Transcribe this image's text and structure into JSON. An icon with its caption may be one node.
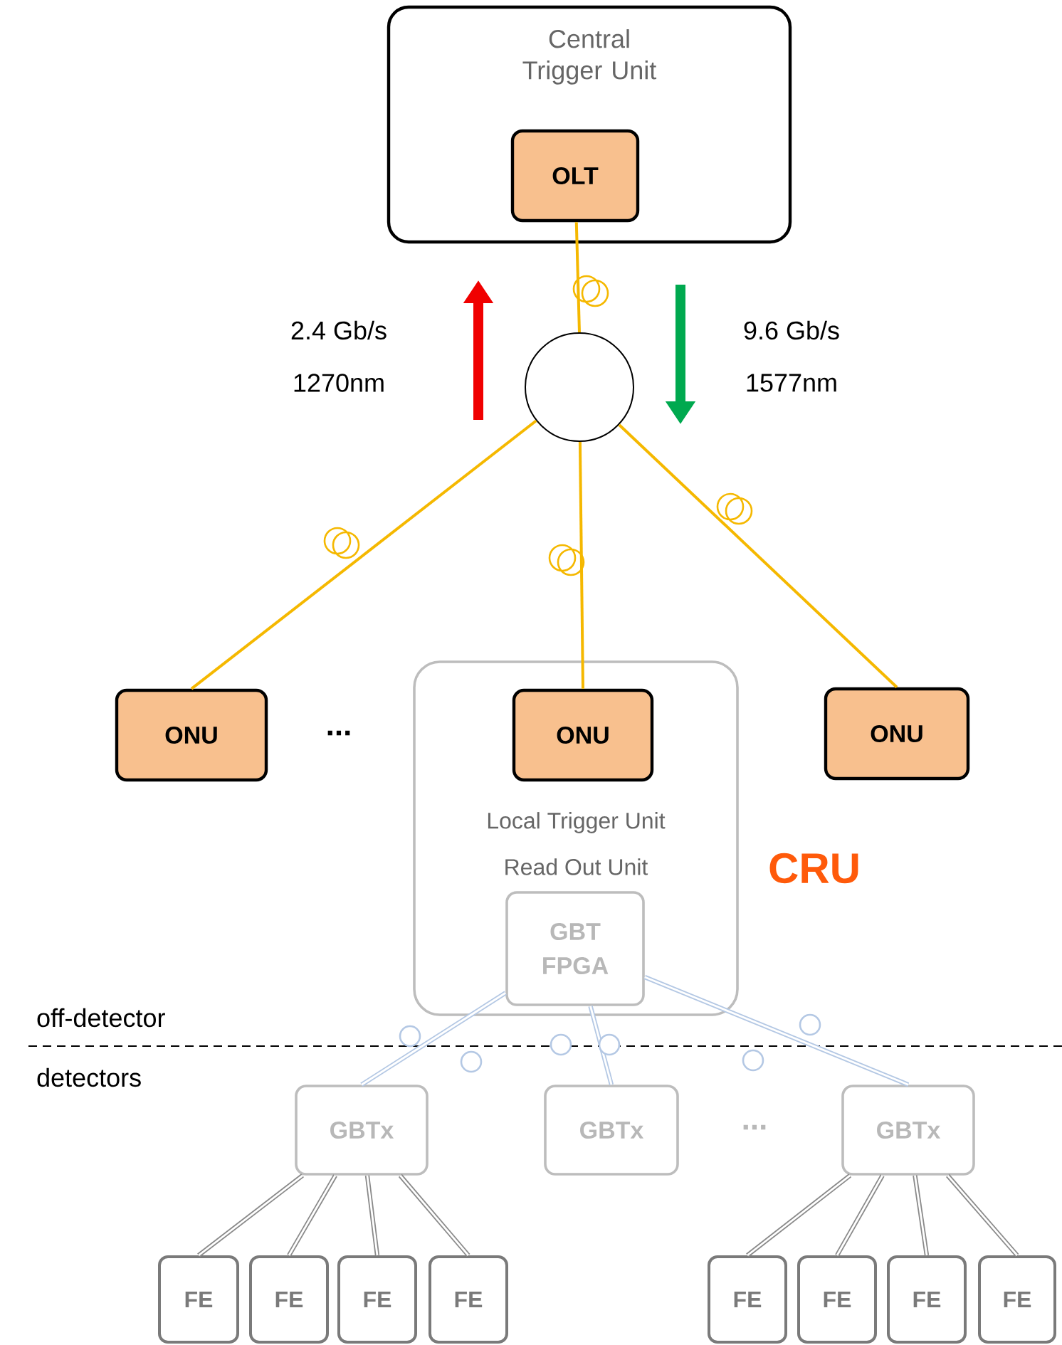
{
  "diagram": {
    "nodes": [
      {
        "text": [
          "Central Trigger Unit"
        ]
      },
      {
        "text": [
          "OLT"
        ],
        "in": 0
      },
      {
        "text": [],
        "shape": "circle"
      },
      {
        "text": [
          "ONU"
        ]
      },
      {
        "text": [
          "Local Trigger Unit",
          "Read Out Unit"
        ],
        "beside": [
          "CRU"
        ]
      },
      {
        "text": [
          "ONU"
        ],
        "in": 4
      },
      {
        "text": [
          "ONU"
        ]
      },
      {
        "text": [
          "GBT FPGA"
        ],
        "in": 4
      },
      {
        "text": [
          "GBTx"
        ]
      },
      {
        "text": [
          "GBTx"
        ]
      },
      {
        "text": [
          "GBTx"
        ]
      },
      {
        "text": [
          "FE"
        ]
      },
      {
        "text": [
          "FE"
        ]
      },
      {
        "text": [
          "FE"
        ]
      },
      {
        "text": [
          "FE"
        ]
      },
      {
        "text": [
          "FE"
        ]
      },
      {
        "text": [
          "FE"
        ]
      },
      {
        "text": [
          "FE"
        ]
      },
      {
        "text": [
          "FE"
        ]
      }
    ],
    "edges": [
      {
        "from": 1,
        "to": 2,
        "arrow": "none",
        "color": "#f5b800"
      },
      {
        "from": 2,
        "to": 3,
        "arrow": "none",
        "color": "#f5b800"
      },
      {
        "from": 2,
        "to": 5,
        "arrow": "none",
        "color": "#f5b800"
      },
      {
        "from": 2,
        "to": 6,
        "arrow": "none",
        "color": "#f5b800"
      },
      {
        "from": 7,
        "to": 8,
        "arrow": "none",
        "color": "#b4c8e4"
      },
      {
        "from": 7,
        "to": 9,
        "arrow": "none",
        "color": "#b4c8e4"
      },
      {
        "from": 7,
        "to": 10,
        "arrow": "none",
        "color": "#b4c8e4"
      },
      {
        "from": 8,
        "to": 11,
        "arrow": "none"
      },
      {
        "from": 8,
        "to": 12,
        "arrow": "none"
      },
      {
        "from": 8,
        "to": 13,
        "arrow": "none"
      },
      {
        "from": 8,
        "to": 14,
        "arrow": "none"
      },
      {
        "from": 10,
        "to": 15,
        "arrow": "none"
      },
      {
        "from": 10,
        "to": 16,
        "arrow": "none"
      },
      {
        "from": 10,
        "to": 17,
        "arrow": "none"
      },
      {
        "from": 10,
        "to": 18,
        "arrow": "none"
      }
    ],
    "labels": [
      "2.4 Gb/s",
      "1270nm",
      "9.6 Gb/s",
      "1577nm",
      "...",
      "off-detector",
      "detectors",
      "..."
    ]
  }
}
